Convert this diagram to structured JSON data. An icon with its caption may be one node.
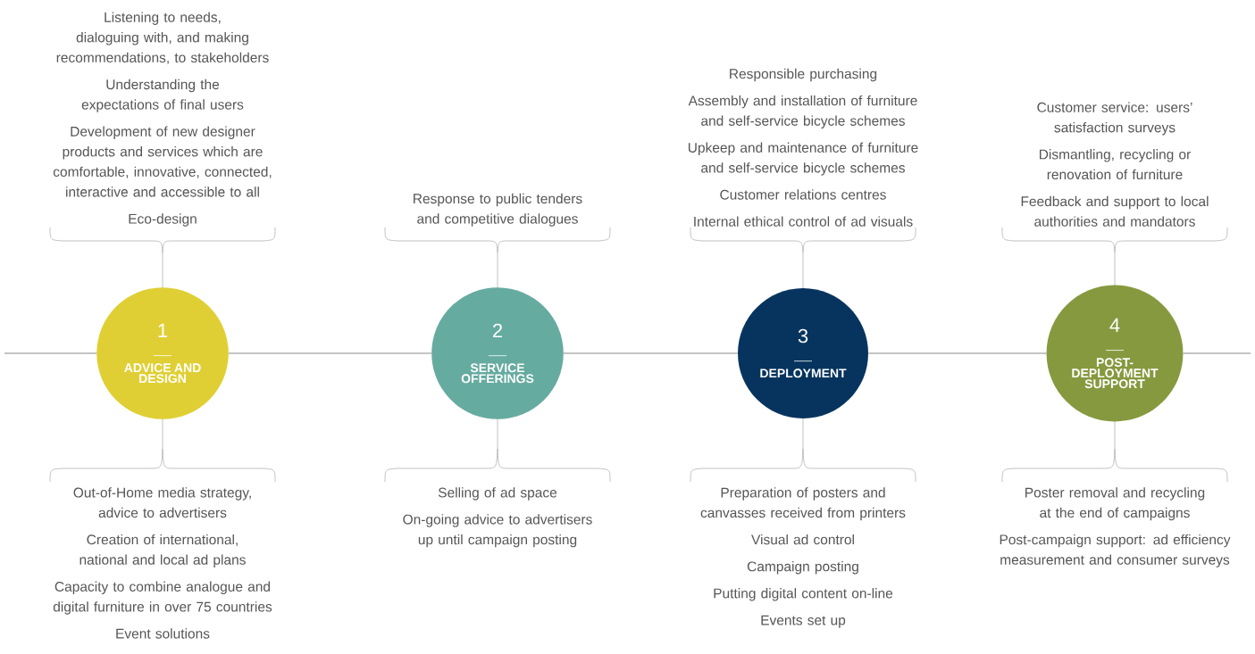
{
  "diagram": {
    "nodes": [
      {
        "text": [
          "1",
          "ADVICE AND DESIGN"
        ]
      },
      {
        "text": [
          "2",
          "SERVICE OFFERINGS"
        ]
      },
      {
        "text": [
          "3",
          "DEPLOYMENT"
        ]
      },
      {
        "text": [
          "4",
          "POST-DEPLOYMENT SUPPORT"
        ]
      }
    ],
    "edges": [
      {
        "from": null,
        "to": 0,
        "arrow": "none"
      },
      {
        "from": 0,
        "to": 1,
        "arrow": "none"
      },
      {
        "from": 1,
        "to": 2,
        "arrow": "none"
      },
      {
        "from": 2,
        "to": 3,
        "arrow": "none"
      },
      {
        "from": 3,
        "to": null,
        "arrow": "none"
      }
    ],
    "labels": [
      "Listening to needs, dialoguing with, and making recommendations, to stakeholders",
      "Understanding the expectations of final users",
      "Development of new designer products and services which are comfortable, innovative, connected, interactive and accessible to all",
      "Eco-design",
      "Response to public tenders and competitive dialogues",
      "Responsible purchasing",
      "Assembly and installation of furniture and self-service bicycle schemes",
      "Upkeep and maintenance of furniture and self-service bicycle schemes",
      "Customer relations centres",
      "Internal ethical control of ad visuals",
      "Customer service: users’ satisfaction surveys",
      "Dismantling, recycling or renovation of furniture",
      "Feedback and support to local authorities and mandators",
      "Out-of-Home media strategy, advice to advertisers",
      "Creation of international, national and local ad plans",
      "Capacity to combine analogue and digital furniture in over 75 countries",
      "Event solutions",
      "Selling of ad space",
      "On-going advice to advertisers up until campaign posting",
      "Preparation of posters and canvasses received from printers",
      "Visual ad control",
      "Campaign posting",
      "Putting digital content on-line",
      "Events set up",
      "Poster removal and recycling at the end of campaigns",
      "Post-campaign support: ad efficiency measurement and consumer surveys"
    ]
  }
}
